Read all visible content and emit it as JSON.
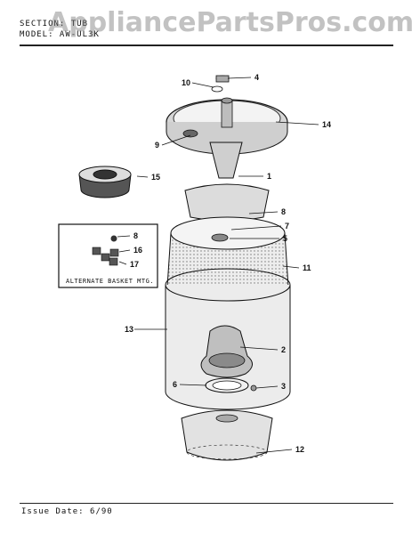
{
  "header": {
    "section_line": "SECTION: TUB",
    "model_line": "MODEL: AW-UL3K"
  },
  "watermark": "AppliancePartsPros.com",
  "footer": {
    "issue_date": "Issue Date: 6/90"
  },
  "inset": {
    "caption": "ALTERNATE BASKET MTG."
  },
  "callouts": {
    "c1": "1",
    "c2": "2",
    "c3": "3",
    "c4": "4",
    "c5": "5",
    "c6": "6",
    "c7": "7",
    "c8a": "8",
    "c8b": "8",
    "c9": "9",
    "c10": "10",
    "c11": "11",
    "c12": "12",
    "c13": "13",
    "c14": "14",
    "c15": "15",
    "c16": "16",
    "c17": "17"
  },
  "colors": {
    "ink": "#111111",
    "fill": "#e6e6e6",
    "dark": "#555555",
    "watermark": "#787878"
  }
}
